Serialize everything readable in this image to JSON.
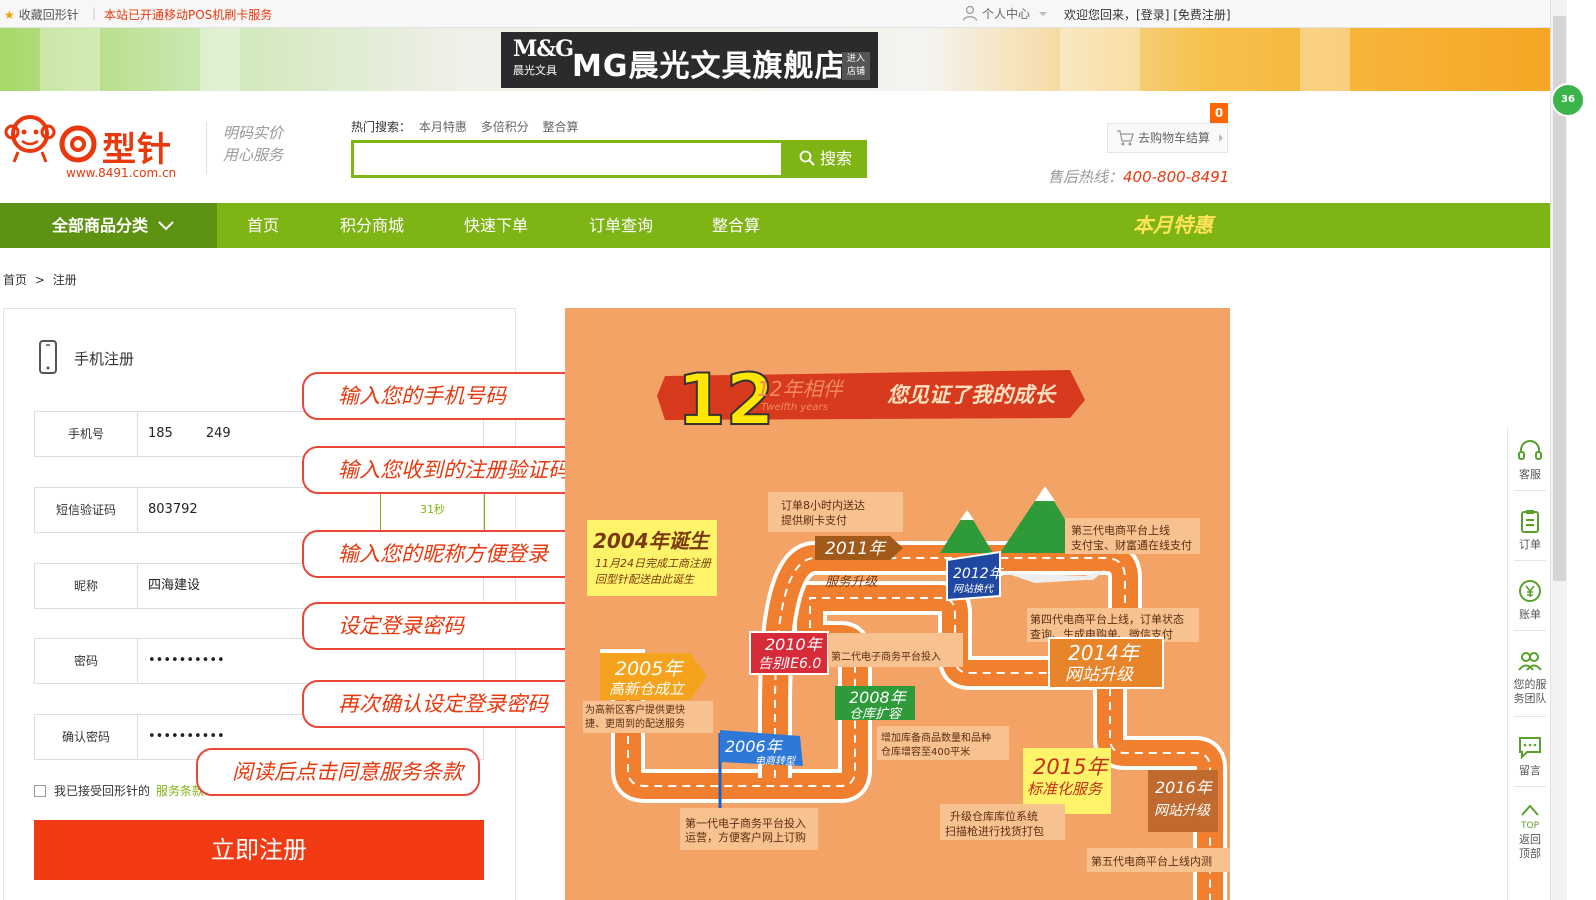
{
  "topbar": {
    "favorite": "收藏回形针",
    "pos_notice": "本站已开通移动POS机刷卡服务",
    "user_center": "个人中心",
    "welcome": "欢迎您回来，",
    "login": "[登录]",
    "register": "[免费注册]"
  },
  "banner": {
    "logo_en": "M&G",
    "logo_cn": "晨光文具",
    "shop_name": "MG晨光文具旗舰店",
    "enter_line1": "进入",
    "enter_line2": "店铺"
  },
  "header": {
    "logo_text": "型针",
    "logo_url": "www.8491.com.cn",
    "slogan_line1": "明码实价",
    "slogan_line2": "用心服务",
    "hot_label": "热门搜索：",
    "hot_keywords": [
      "本月特惠",
      "多倍积分",
      "整合算"
    ],
    "search_button": "搜索",
    "search_value": "",
    "cart_label": "去购物车结算",
    "cart_count": "0",
    "hotline_label": "售后热线：",
    "hotline_number": "400-800-8491"
  },
  "nav": {
    "all_categories": "全部商品分类",
    "items": [
      "首页",
      "积分商城",
      "快速下单",
      "订单查询",
      "整合算"
    ],
    "special": "本月特惠"
  },
  "breadcrumb": {
    "home": "首页",
    "sep": ">",
    "current": "注册"
  },
  "form": {
    "title": "手机注册",
    "phone_label": "手机号",
    "phone_value": "185        249",
    "sms_label": "短信验证码",
    "sms_value": "803792",
    "countdown": "31秒",
    "nickname_label": "昵称",
    "nickname_value": "四海建设",
    "password_label": "密码",
    "password_value": "••••••••••",
    "confirm_label": "确认密码",
    "confirm_value": "••••••••••",
    "agree_text": "我已接受回形针的",
    "agree_link": "服务条款",
    "submit": "立即注册"
  },
  "annotations": [
    "输入您的手机号码",
    "输入您收到的注册验证码",
    "输入您的昵称方便登录",
    "设定登录密码",
    "再次确认设定登录密码",
    "阅读后点击同意服务条款"
  ],
  "infographic": {
    "big_number": "12",
    "title_cn": "12年相伴",
    "title_en": "Twelfth years",
    "title_slogan": "您见证了我的成长",
    "milestones": {
      "y2004": "2004年诞生",
      "y2004_desc1": "11月24日完成工商注册",
      "y2004_desc2": "回型针配送由此诞生",
      "y2005": "2005年",
      "y2005_sub": "高新仓成立",
      "y2005_desc1": "为高新区客户提供更快",
      "y2005_desc2": "捷、更周到的配送服务",
      "y2006": "2006年",
      "y2006_sub": "电商转型",
      "y2006_desc1": "第一代电子商务平台投入",
      "y2006_desc2": "运营，方便客户网上订购",
      "y2008": "2008年",
      "y2008_sub": "仓库扩容",
      "y2008_desc1": "增加库备商品数量和品种",
      "y2008_desc2": "仓库增容至400平米",
      "y2010": "2010年",
      "y2010_sub": "告别IE6.0",
      "y2010_desc": "第二代电子商务平台投入",
      "y2011": "2011年",
      "y2011_sub": "服务升级",
      "y2011_desc1": "订单8小时内送达",
      "y2011_desc2": "提供刷卡支付",
      "y2012": "2012年",
      "y2012_sub": "网站换代",
      "y2012_desc1": "第三代电商平台上线",
      "y2012_desc2": "支付宝、财富通在线支付",
      "y2014": "2014年",
      "y2014_sub": "网站升级",
      "y2014_desc1": "第四代电商平台上线，订单状态",
      "y2014_desc2": "查询、生成电购单、微信支付",
      "y2015": "2015年",
      "y2015_sub": "标准化服务",
      "y2015_desc1": "升级仓库库位系统",
      "y2015_desc2": "扫描枪进行找货打包",
      "y2016": "2016年",
      "y2016_sub": "网站升级",
      "y2016_desc": "第五代电商平台上线内测"
    }
  },
  "sidebar": {
    "service": "客服",
    "orders": "订单",
    "bill": "账单",
    "team_line1": "您的服",
    "team_line2": "务团队",
    "message": "留言",
    "top_en": "TOP",
    "top_line1": "返回",
    "top_line2": "顶部"
  },
  "floating_badge": "36",
  "colors": {
    "brand_green": "#7fb415",
    "brand_red": "#e8380d",
    "submit_red": "#f23a14",
    "info_bg": "#f3a366"
  }
}
